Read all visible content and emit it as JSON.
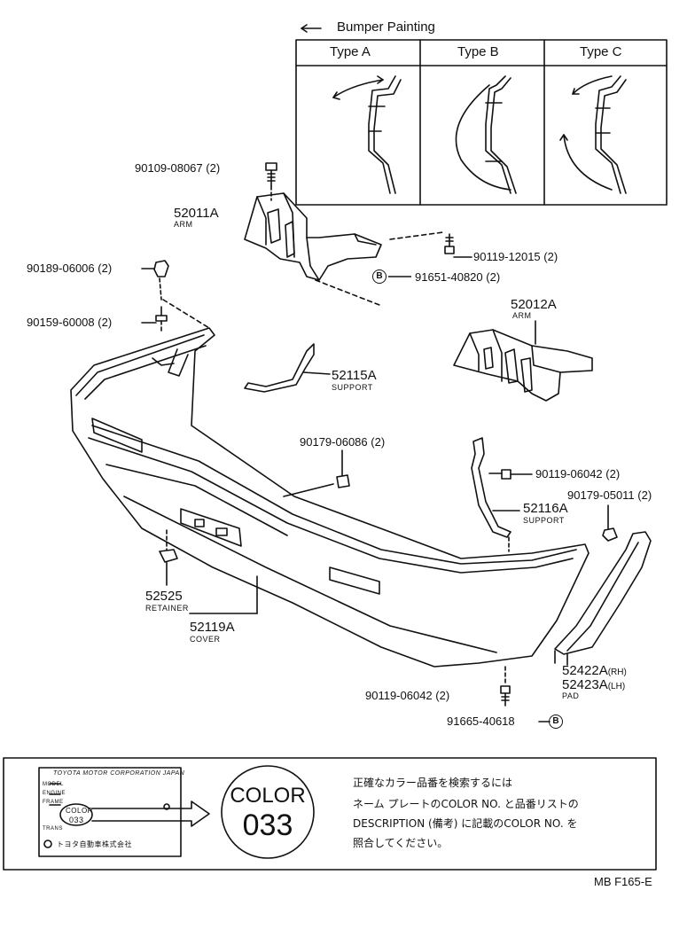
{
  "bumper_painting": {
    "title": "Bumper Painting",
    "types": [
      "Type A",
      "Type B",
      "Type C"
    ]
  },
  "parts": {
    "p1": {
      "number": "90109-08067",
      "qty": "(2)"
    },
    "p2": {
      "number": "52011A",
      "name": "ARM"
    },
    "p3": {
      "number": "90189-06006",
      "qty": "(2)"
    },
    "p4": {
      "number": "90119-12015",
      "qty": "(2)"
    },
    "p5": {
      "number": "91651-40820",
      "qty": "(2)"
    },
    "p6": {
      "number": "90159-60008",
      "qty": "(2)"
    },
    "p7": {
      "number": "52012A",
      "name": "ARM"
    },
    "p8": {
      "number": "52115A",
      "name": "SUPPORT"
    },
    "p9": {
      "number": "90179-06086",
      "qty": "(2)"
    },
    "p10": {
      "number": "90119-06042",
      "qty": "(2)"
    },
    "p11": {
      "number": "90179-05011",
      "qty": "(2)"
    },
    "p12": {
      "number": "52116A",
      "name": "SUPPORT"
    },
    "p13": {
      "number": "52525",
      "name": "RETAINER"
    },
    "p14": {
      "number": "52119A",
      "name": "COVER"
    },
    "p15": {
      "number": "52422A",
      "suffix": "(RH)",
      "number2": "52423A",
      "suffix2": "(LH)",
      "name": "PAD"
    },
    "p16": {
      "number": "90119-06042",
      "qty": "(2)"
    },
    "p17": {
      "number": "91665-40618"
    }
  },
  "circle_b": "B",
  "nameplate": {
    "line1": "TOYOTA MOTOR CORPORATION JAPAN",
    "model": "MODEL",
    "engine": "ENGINE",
    "frame": "FRAME",
    "color": "COLOR",
    "color_code": "033",
    "trans": "TRANS",
    "maker": "トヨタ自動車株式会社"
  },
  "color_badge": {
    "label": "COLOR",
    "code": "033"
  },
  "instructions": [
    "正確なカラー品番を検索するには",
    "ネーム プレートのCOLOR NO. と品番リストの",
    "DESCRIPTION (備考) に記載のCOLOR NO. を",
    "照合してください。"
  ],
  "figure_code": "MB F165-E"
}
